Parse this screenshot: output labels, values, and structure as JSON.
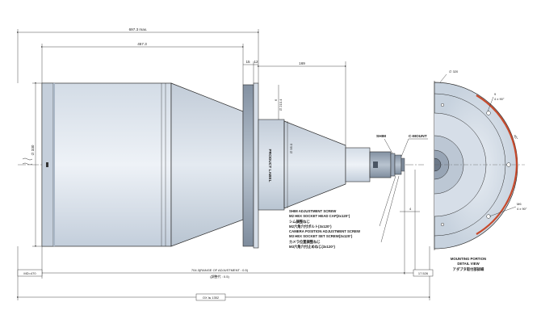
{
  "dimensions": {
    "overall_top": "697.3 max.",
    "body_length": "457.3",
    "flange_a": "15",
    "flange_b": "12",
    "front_section": "169",
    "body_diameter": "∅ 330",
    "front_diameter": "∅ 95.0",
    "flange_diameter": "∅ 210.4",
    "flange_thickness": "6",
    "side_diameter": "∅ 320",
    "left_tag": "MD=470",
    "working_distance": "704.3(RANGE OF ADJUSTMENT : 0.5)",
    "working_distance_jp": "(調整代 : 0.5)",
    "right_tag": "17.526",
    "overall_bottom": "OX ≒ 1352",
    "small_offset": "4"
  },
  "labels": {
    "product_label": "PRODUCT LABEL",
    "shim": "SHIM",
    "c_mount": "C-MOUNT"
  },
  "notes": {
    "shim_screw_1": "SHIM ADJUSTMENT SCREW",
    "shim_screw_2": "M2 HEX SOCKET HEAD CAP(3x120°)",
    "shim_screw_jp1": "シム調整ねじ",
    "shim_screw_jp2": "M2六角穴付ボルト(3x120°)",
    "cam_screw_1": "CAMERA POSITION ADJUSTMENT SCREW",
    "cam_screw_2": "M3 HEX SOCKET SET SCREW(3x120°)",
    "cam_screw_jp1": "カメラ位置調整ねじ",
    "cam_screw_jp2": "M3六角穴付止めねじ(3x120°)"
  },
  "side_view": {
    "top_label": "9",
    "top_sub": "4 x 90°",
    "angle_label": "45°",
    "m6_label": "M6",
    "m6_sub": "4 x 90°",
    "caption_1": "MOUNTING PORTION",
    "caption_2": "DETAIL VIEW",
    "caption_3": "アダプタ取付部詳細"
  },
  "colors": {
    "body_light": "#e6ecf3",
    "body_mid": "#c9d4e0",
    "body_dark": "#9eacbc",
    "line": "#2a2a2a",
    "dim": "#333333"
  }
}
